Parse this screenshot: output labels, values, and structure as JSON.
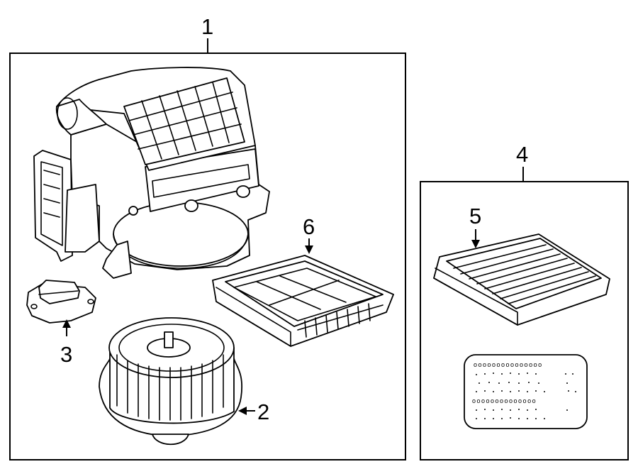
{
  "callouts": {
    "c1": "1",
    "c2": "2",
    "c3": "3",
    "c4": "4",
    "c5": "5",
    "c6": "6"
  },
  "label_text": {
    "row1": "ooooooooooooooo",
    "row5": "oooooooooooooo"
  }
}
